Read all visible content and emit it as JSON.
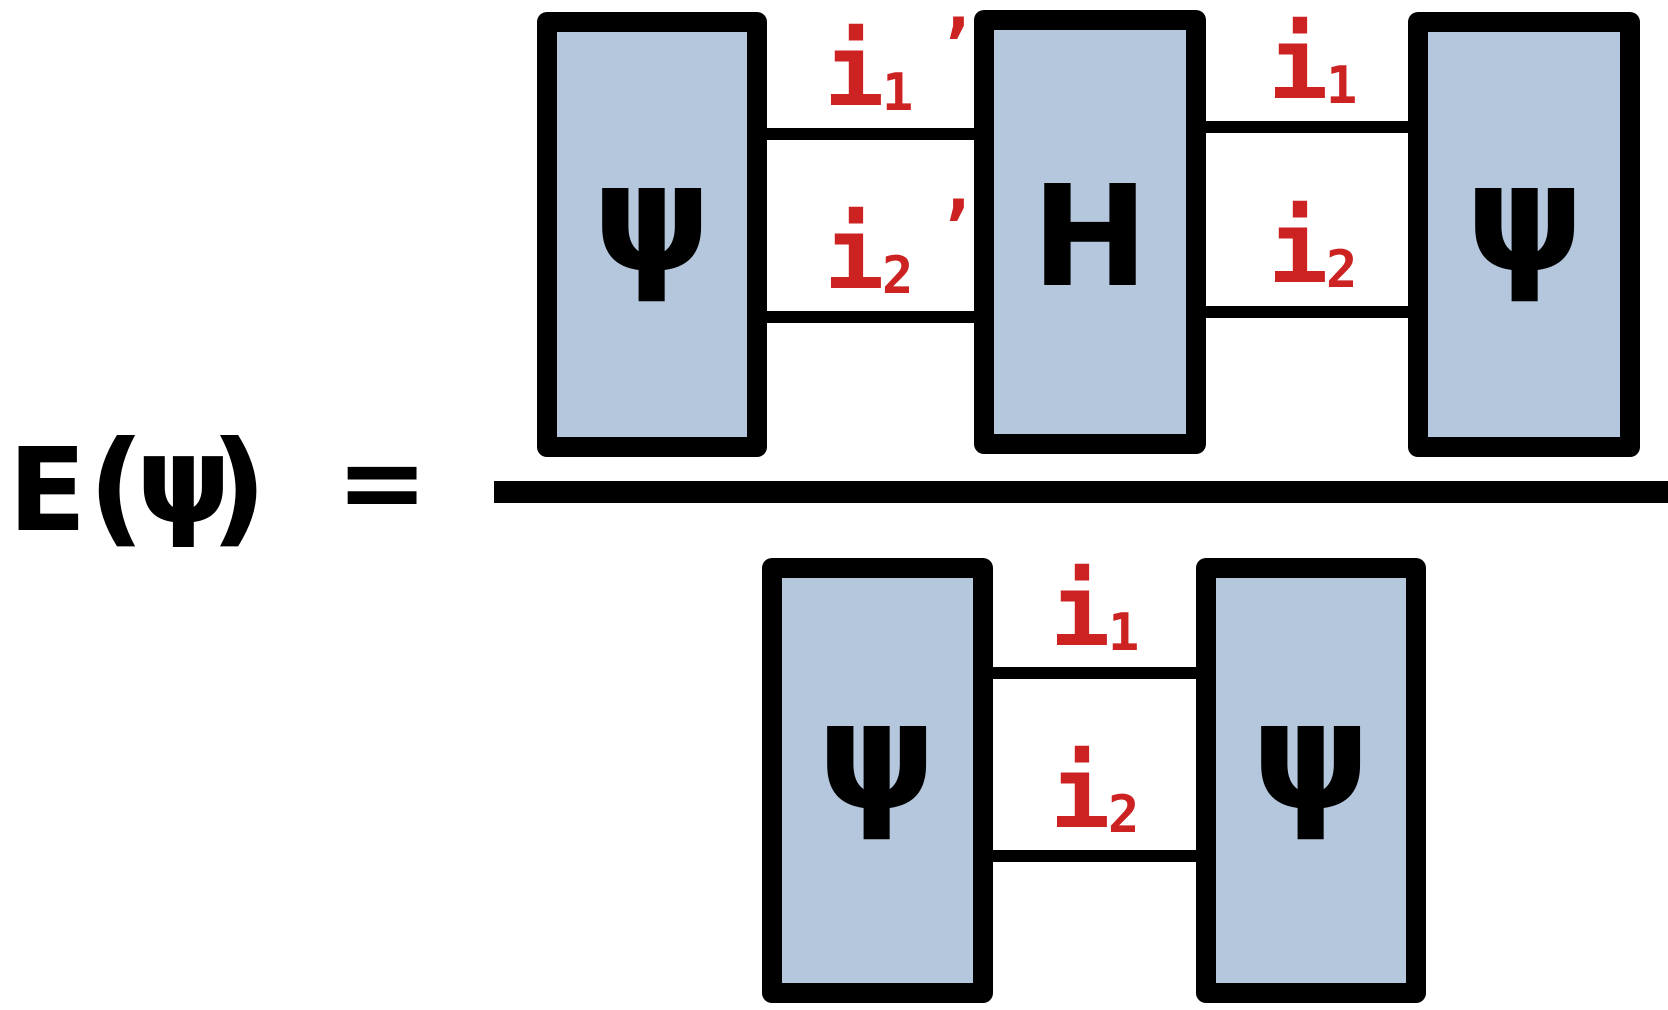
{
  "equation": {
    "lhs_E": "E",
    "lhs_paren_open": "(",
    "lhs_psi": "ψ",
    "lhs_paren_close": ")",
    "equals": "="
  },
  "numerator": {
    "left_tensor_label": "ψ",
    "operator_label": "H",
    "right_tensor_label": "ψ",
    "left_bonds": [
      {
        "letter": "i",
        "subscript": "1",
        "prime": "’"
      },
      {
        "letter": "i",
        "subscript": "2",
        "prime": "’"
      }
    ],
    "right_bonds": [
      {
        "letter": "i",
        "subscript": "1"
      },
      {
        "letter": "i",
        "subscript": "2"
      }
    ]
  },
  "denominator": {
    "left_tensor_label": "ψ",
    "right_tensor_label": "ψ",
    "bonds": [
      {
        "letter": "i",
        "subscript": "1"
      },
      {
        "letter": "i",
        "subscript": "2"
      }
    ]
  },
  "colors": {
    "tensor_fill": "#b4c7dd",
    "index_label": "#cc2222",
    "ink": "#000000",
    "background": "#ffffff"
  }
}
